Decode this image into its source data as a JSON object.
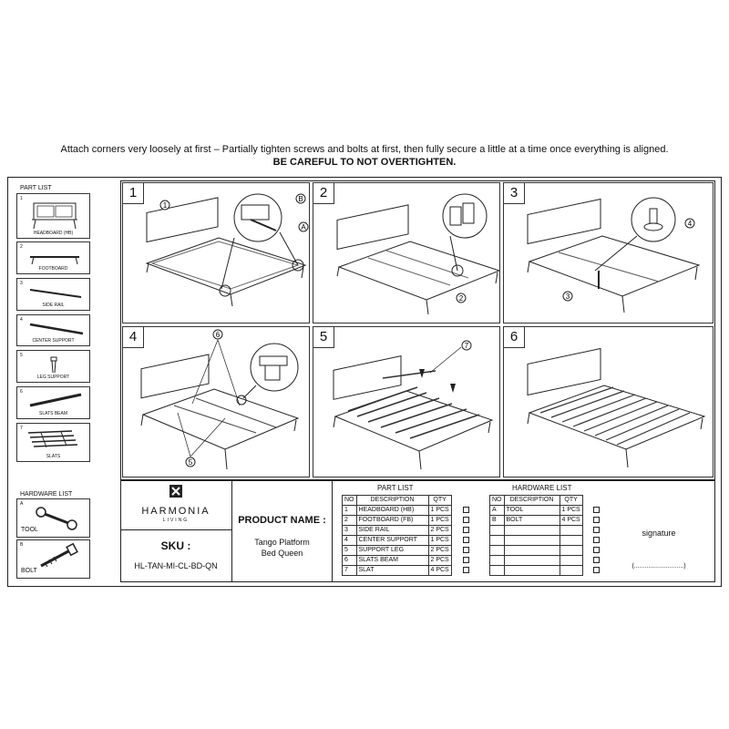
{
  "notice": {
    "line1": "Attach corners very loosely at first – Partially tighten screws and bolts at first, then fully secure a little at a time once everything is aligned.",
    "line2": "BE CAREFUL TO NOT OVERTIGHTEN."
  },
  "sidebar": {
    "part_list_title": "PART LIST",
    "parts": [
      {
        "num": "1",
        "name": "HEADBOARD (HB)"
      },
      {
        "num": "2",
        "name": "FOOTBOARD"
      },
      {
        "num": "3",
        "name": "SIDE RAIL"
      },
      {
        "num": "4",
        "name": "CENTER SUPPORT"
      },
      {
        "num": "5",
        "name": "LEG SUPPORT"
      },
      {
        "num": "6",
        "name": "SLATS BEAM"
      },
      {
        "num": "7",
        "name": "SLATS"
      }
    ],
    "hardware_list_title": "HARDWARE LIST",
    "hardware": [
      {
        "num": "A",
        "name": "TOOL"
      },
      {
        "num": "B",
        "name": "BOLT"
      }
    ]
  },
  "steps": [
    {
      "num": "1",
      "callouts": [
        "1",
        "B",
        "A"
      ]
    },
    {
      "num": "2",
      "callouts": [
        "2"
      ]
    },
    {
      "num": "3",
      "callouts": [
        "4",
        "3"
      ]
    },
    {
      "num": "4",
      "callouts": [
        "6",
        "5"
      ]
    },
    {
      "num": "5",
      "callouts": [
        "7"
      ]
    },
    {
      "num": "6",
      "callouts": []
    }
  ],
  "brand": {
    "name": "HARMONIA",
    "tagline": "LIVING",
    "sku_label": "SKU :",
    "sku": "HL-TAN-MI-CL-BD-QN",
    "product_name_label": "PRODUCT NAME :",
    "product_name_line1": "Tango Platform",
    "product_name_line2": "Bed Queen"
  },
  "part_table": {
    "title": "PART LIST",
    "headers": [
      "NO",
      "DESCRIPTION",
      "QTY"
    ],
    "rows": [
      [
        "1",
        "HEADBOARD (HB)",
        "1 PCS"
      ],
      [
        "2",
        "FOOTBOARD (FB)",
        "1 PCS"
      ],
      [
        "3",
        "SIDE RAIL",
        "2 PCS"
      ],
      [
        "4",
        "CENTER SUPPORT",
        "1 PCS"
      ],
      [
        "5",
        "SUPPORT LEG",
        "2 PCS"
      ],
      [
        "6",
        "SLATS BEAM",
        "2 PCS"
      ],
      [
        "7",
        "SLAT",
        "4 PCS"
      ]
    ]
  },
  "hardware_table": {
    "title": "HARDWARE LIST",
    "headers": [
      "NO",
      "DESCRIPTION",
      "QTY"
    ],
    "rows": [
      [
        "A",
        "TOOL",
        "1 PCS"
      ],
      [
        "B",
        "BOLT",
        "4 PCS"
      ],
      [
        "",
        "",
        ""
      ],
      [
        "",
        "",
        ""
      ],
      [
        "",
        "",
        ""
      ],
      [
        "",
        "",
        ""
      ],
      [
        "",
        "",
        ""
      ]
    ]
  },
  "signature": {
    "label": "signature",
    "placeholder": "(............................)"
  }
}
